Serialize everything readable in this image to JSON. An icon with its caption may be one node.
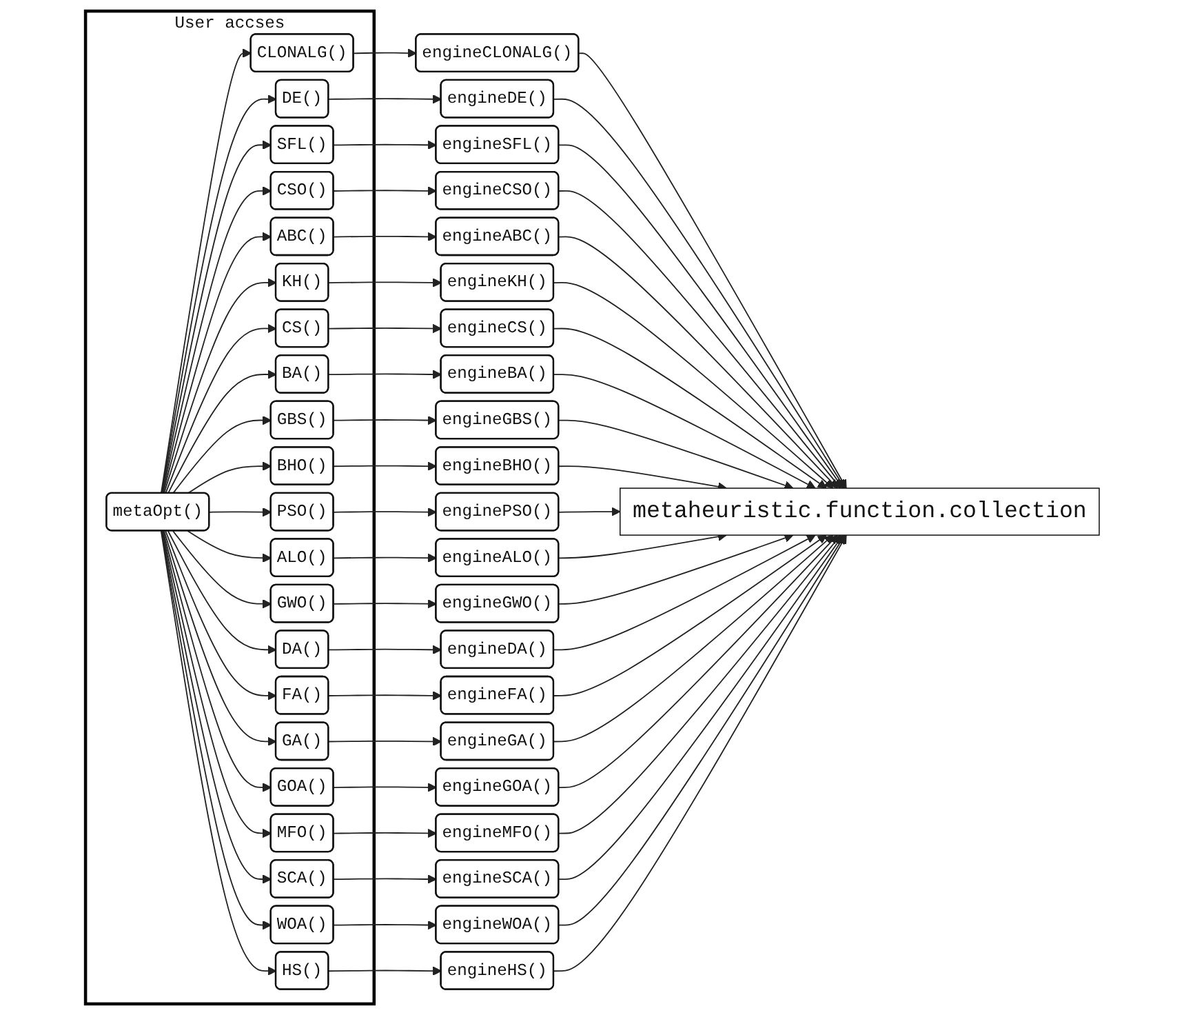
{
  "diagram": {
    "nodes": [
      {
        "text": [
          "User accses"
        ]
      },
      {
        "text": [
          "metaOpt()"
        ],
        "in": 0
      },
      {
        "text": [
          "CLONALG()"
        ],
        "in": 0
      },
      {
        "text": [
          "DE()"
        ],
        "in": 0
      },
      {
        "text": [
          "SFL()"
        ],
        "in": 0
      },
      {
        "text": [
          "CSO()"
        ],
        "in": 0
      },
      {
        "text": [
          "ABC()"
        ],
        "in": 0
      },
      {
        "text": [
          "KH()"
        ],
        "in": 0
      },
      {
        "text": [
          "CS()"
        ],
        "in": 0
      },
      {
        "text": [
          "BA()"
        ],
        "in": 0
      },
      {
        "text": [
          "GBS()"
        ],
        "in": 0
      },
      {
        "text": [
          "BHO()"
        ],
        "in": 0
      },
      {
        "text": [
          "PSO()"
        ],
        "in": 0
      },
      {
        "text": [
          "ALO()"
        ],
        "in": 0
      },
      {
        "text": [
          "GWO()"
        ],
        "in": 0
      },
      {
        "text": [
          "DA()"
        ],
        "in": 0
      },
      {
        "text": [
          "FA()"
        ],
        "in": 0
      },
      {
        "text": [
          "GA()"
        ],
        "in": 0
      },
      {
        "text": [
          "GOA()"
        ],
        "in": 0
      },
      {
        "text": [
          "MFO()"
        ],
        "in": 0
      },
      {
        "text": [
          "SCA()"
        ],
        "in": 0
      },
      {
        "text": [
          "WOA()"
        ],
        "in": 0
      },
      {
        "text": [
          "HS()"
        ],
        "in": 0
      },
      {
        "text": [
          "engineCLONALG()"
        ]
      },
      {
        "text": [
          "engineDE()"
        ]
      },
      {
        "text": [
          "engineSFL()"
        ]
      },
      {
        "text": [
          "engineCSO()"
        ]
      },
      {
        "text": [
          "engineABC()"
        ]
      },
      {
        "text": [
          "engineKH()"
        ]
      },
      {
        "text": [
          "engineCS()"
        ]
      },
      {
        "text": [
          "engineBA()"
        ]
      },
      {
        "text": [
          "engineGBS()"
        ]
      },
      {
        "text": [
          "engineBHO()"
        ]
      },
      {
        "text": [
          "enginePSO()"
        ]
      },
      {
        "text": [
          "engineALO()"
        ]
      },
      {
        "text": [
          "engineGWO()"
        ]
      },
      {
        "text": [
          "engineDA()"
        ]
      },
      {
        "text": [
          "engineFA()"
        ]
      },
      {
        "text": [
          "engineGA()"
        ]
      },
      {
        "text": [
          "engineGOA()"
        ]
      },
      {
        "text": [
          "engineMFO()"
        ]
      },
      {
        "text": [
          "engineSCA()"
        ]
      },
      {
        "text": [
          "engineWOA()"
        ]
      },
      {
        "text": [
          "engineHS()"
        ]
      },
      {
        "text": [
          "metaheuristic.function.collection"
        ]
      }
    ],
    "edges": [
      {
        "from": 1,
        "to": 2,
        "arrow": "to"
      },
      {
        "from": 1,
        "to": 3,
        "arrow": "to"
      },
      {
        "from": 1,
        "to": 4,
        "arrow": "to"
      },
      {
        "from": 1,
        "to": 5,
        "arrow": "to"
      },
      {
        "from": 1,
        "to": 6,
        "arrow": "to"
      },
      {
        "from": 1,
        "to": 7,
        "arrow": "to"
      },
      {
        "from": 1,
        "to": 8,
        "arrow": "to"
      },
      {
        "from": 1,
        "to": 9,
        "arrow": "to"
      },
      {
        "from": 1,
        "to": 10,
        "arrow": "to"
      },
      {
        "from": 1,
        "to": 11,
        "arrow": "to"
      },
      {
        "from": 1,
        "to": 12,
        "arrow": "to"
      },
      {
        "from": 1,
        "to": 13,
        "arrow": "to"
      },
      {
        "from": 1,
        "to": 14,
        "arrow": "to"
      },
      {
        "from": 1,
        "to": 15,
        "arrow": "to"
      },
      {
        "from": 1,
        "to": 16,
        "arrow": "to"
      },
      {
        "from": 1,
        "to": 17,
        "arrow": "to"
      },
      {
        "from": 1,
        "to": 18,
        "arrow": "to"
      },
      {
        "from": 1,
        "to": 19,
        "arrow": "to"
      },
      {
        "from": 1,
        "to": 20,
        "arrow": "to"
      },
      {
        "from": 1,
        "to": 21,
        "arrow": "to"
      },
      {
        "from": 1,
        "to": 22,
        "arrow": "to"
      },
      {
        "from": 2,
        "to": 23,
        "arrow": "to"
      },
      {
        "from": 3,
        "to": 24,
        "arrow": "to"
      },
      {
        "from": 4,
        "to": 25,
        "arrow": "to"
      },
      {
        "from": 5,
        "to": 26,
        "arrow": "to"
      },
      {
        "from": 6,
        "to": 27,
        "arrow": "to"
      },
      {
        "from": 7,
        "to": 28,
        "arrow": "to"
      },
      {
        "from": 8,
        "to": 29,
        "arrow": "to"
      },
      {
        "from": 9,
        "to": 30,
        "arrow": "to"
      },
      {
        "from": 10,
        "to": 31,
        "arrow": "to"
      },
      {
        "from": 11,
        "to": 32,
        "arrow": "to"
      },
      {
        "from": 12,
        "to": 33,
        "arrow": "to"
      },
      {
        "from": 13,
        "to": 34,
        "arrow": "to"
      },
      {
        "from": 14,
        "to": 35,
        "arrow": "to"
      },
      {
        "from": 15,
        "to": 36,
        "arrow": "to"
      },
      {
        "from": 16,
        "to": 37,
        "arrow": "to"
      },
      {
        "from": 17,
        "to": 38,
        "arrow": "to"
      },
      {
        "from": 18,
        "to": 39,
        "arrow": "to"
      },
      {
        "from": 19,
        "to": 40,
        "arrow": "to"
      },
      {
        "from": 20,
        "to": 41,
        "arrow": "to"
      },
      {
        "from": 21,
        "to": 42,
        "arrow": "to"
      },
      {
        "from": 22,
        "to": 43,
        "arrow": "to"
      },
      {
        "from": 23,
        "to": 44,
        "arrow": "to"
      },
      {
        "from": 24,
        "to": 44,
        "arrow": "to"
      },
      {
        "from": 25,
        "to": 44,
        "arrow": "to"
      },
      {
        "from": 26,
        "to": 44,
        "arrow": "to"
      },
      {
        "from": 27,
        "to": 44,
        "arrow": "to"
      },
      {
        "from": 28,
        "to": 44,
        "arrow": "to"
      },
      {
        "from": 29,
        "to": 44,
        "arrow": "to"
      },
      {
        "from": 30,
        "to": 44,
        "arrow": "to"
      },
      {
        "from": 31,
        "to": 44,
        "arrow": "to"
      },
      {
        "from": 32,
        "to": 44,
        "arrow": "to"
      },
      {
        "from": 33,
        "to": 44,
        "arrow": "to"
      },
      {
        "from": 34,
        "to": 44,
        "arrow": "to"
      },
      {
        "from": 35,
        "to": 44,
        "arrow": "to"
      },
      {
        "from": 36,
        "to": 44,
        "arrow": "to"
      },
      {
        "from": 37,
        "to": 44,
        "arrow": "to"
      },
      {
        "from": 38,
        "to": 44,
        "arrow": "to"
      },
      {
        "from": 39,
        "to": 44,
        "arrow": "to"
      },
      {
        "from": 40,
        "to": 44,
        "arrow": "to"
      },
      {
        "from": 41,
        "to": 44,
        "arrow": "to"
      },
      {
        "from": 42,
        "to": 44,
        "arrow": "to"
      },
      {
        "from": 43,
        "to": 44,
        "arrow": "to"
      }
    ]
  }
}
